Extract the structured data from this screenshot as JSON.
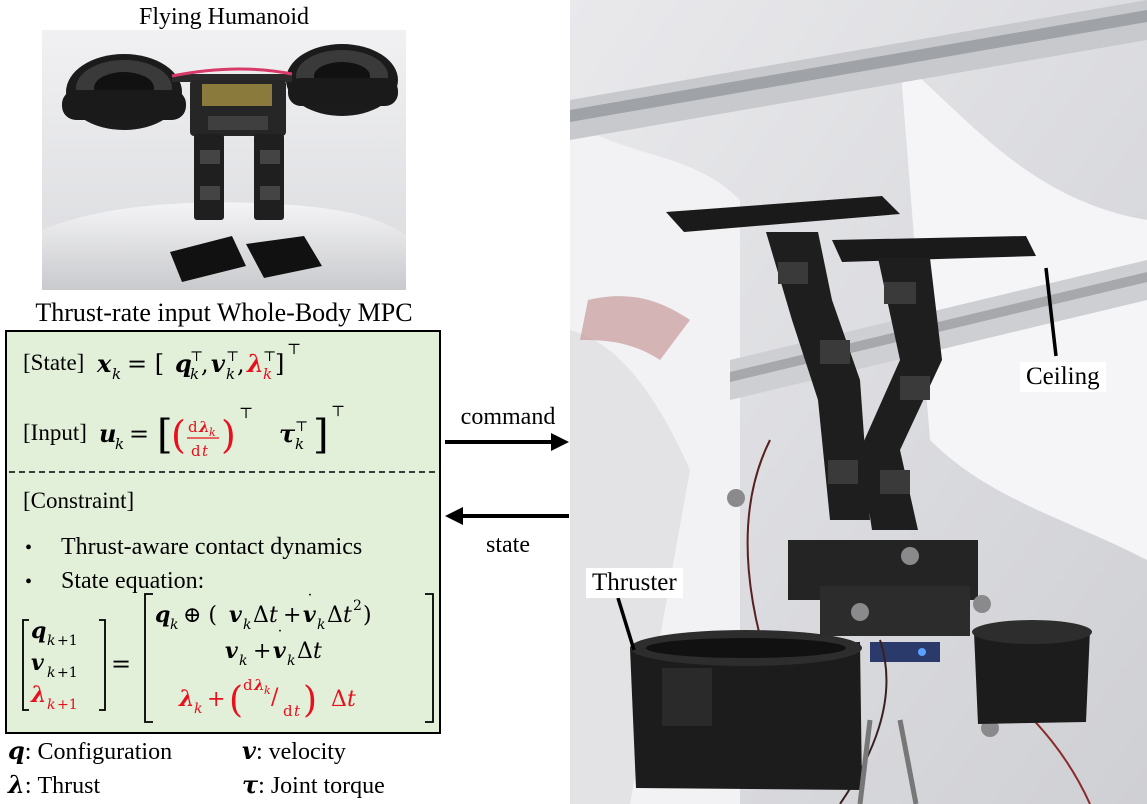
{
  "top_title": "Flying Humanoid",
  "mpc_title": "Thrust-rate input Whole-Body MPC",
  "state_label": "[State]",
  "input_label": "[Input]",
  "constraint_label": "[Constraint]",
  "bullets": [
    "Thrust-aware contact dynamics",
    "State equation:"
  ],
  "arrows": {
    "command": "command",
    "state": "state"
  },
  "legend": [
    {
      "symbol": "q",
      "text": ": Configuration"
    },
    {
      "symbol": "v",
      "text": ": velocity"
    },
    {
      "symbol": "λ",
      "text": ": Thrust"
    },
    {
      "symbol": "τ",
      "text": ": Joint torque"
    }
  ],
  "photo_labels": {
    "ceiling": "Ceiling",
    "thruster": "Thruster"
  },
  "colors": {
    "box_fill": "#e2efd9",
    "highlight": "#e8101c"
  }
}
